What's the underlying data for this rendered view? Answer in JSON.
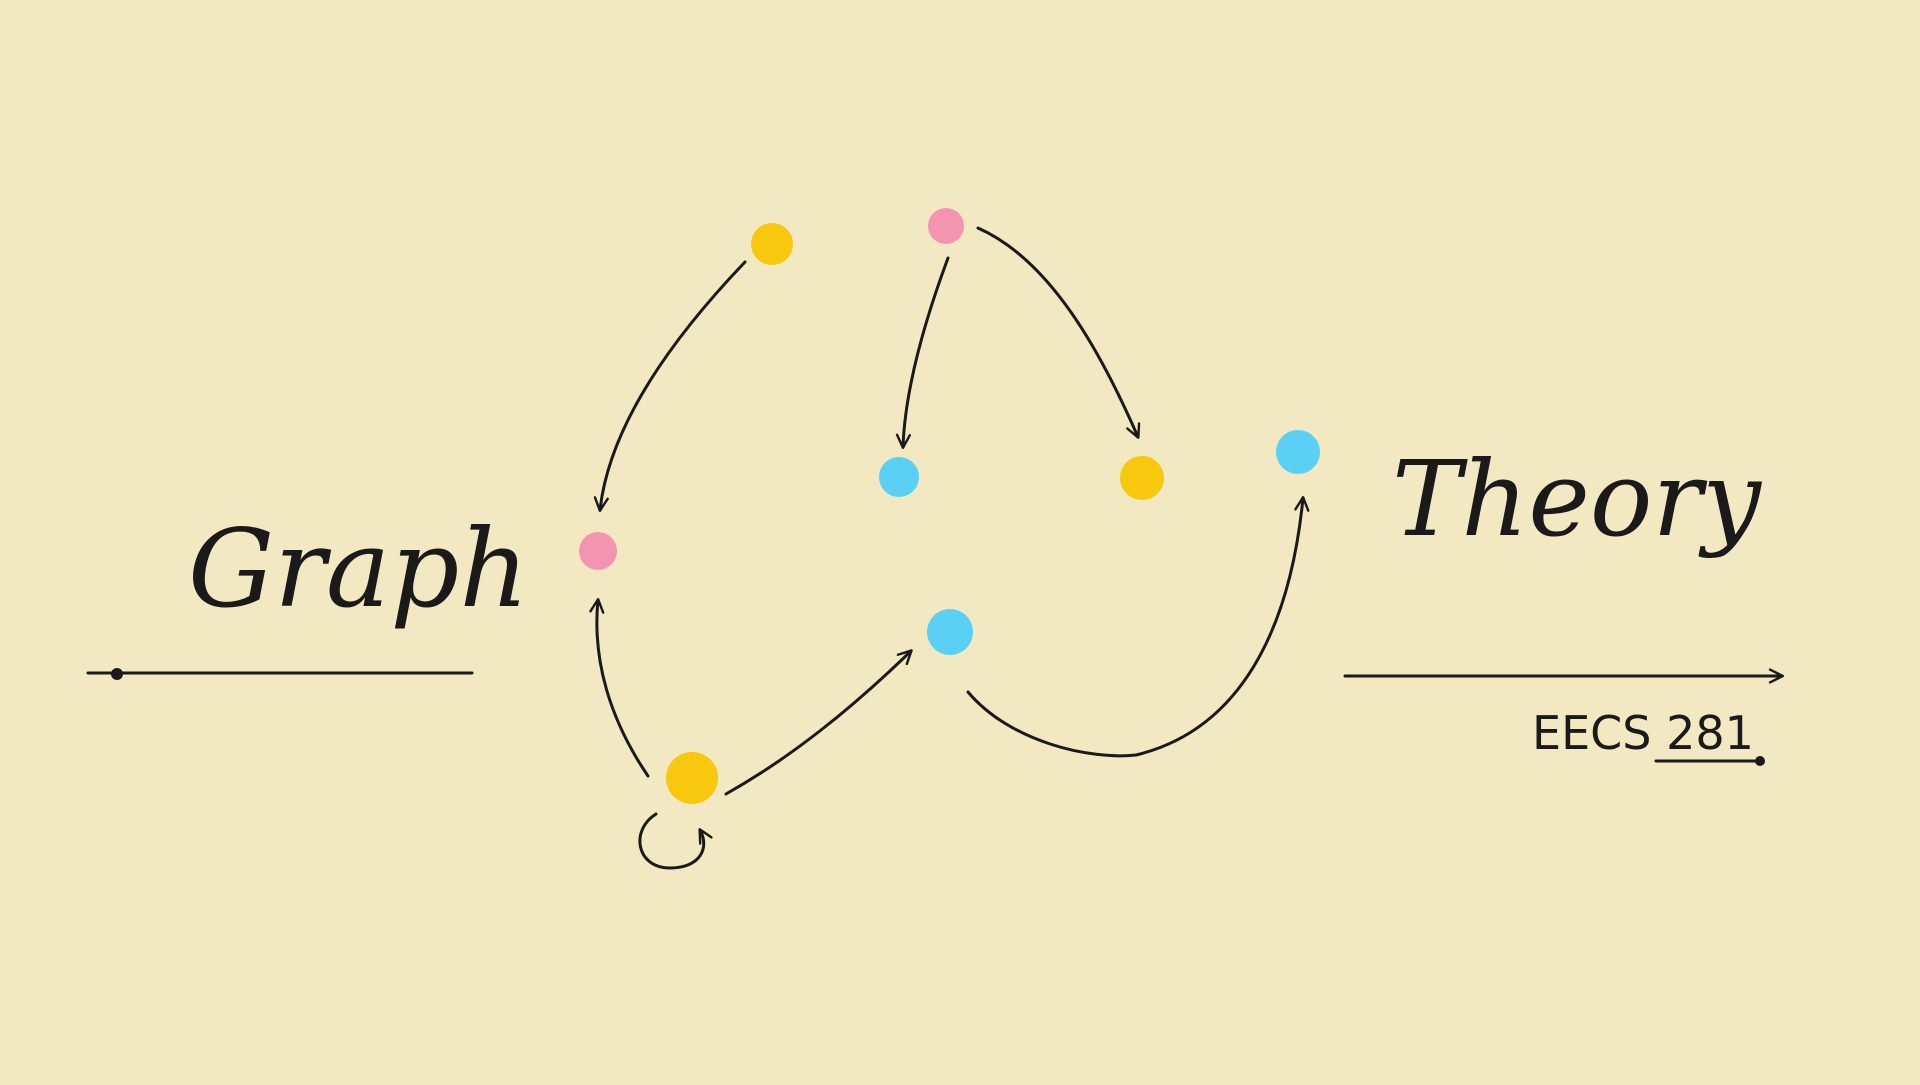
{
  "title_left": "Graph",
  "title_right": "Theory",
  "course": "EECS 281",
  "colors": {
    "background": "#f2e8c1",
    "ink": "#1a1a1a",
    "yellow": "#f7c80e",
    "pink": "#f394b0",
    "blue": "#5bd0f5"
  },
  "nodes": [
    {
      "id": "n1",
      "color": "yellow"
    },
    {
      "id": "n2",
      "color": "pink"
    },
    {
      "id": "n3",
      "color": "pink"
    },
    {
      "id": "n4",
      "color": "blue"
    },
    {
      "id": "n5",
      "color": "yellow"
    },
    {
      "id": "n6",
      "color": "blue"
    },
    {
      "id": "n7",
      "color": "blue"
    },
    {
      "id": "n8",
      "color": "yellow"
    }
  ],
  "edges": [
    {
      "from": "n1",
      "to": "n3"
    },
    {
      "from": "n2",
      "to": "n4"
    },
    {
      "from": "n2",
      "to": "n5"
    },
    {
      "from": "n8",
      "to": "n3"
    },
    {
      "from": "n8",
      "to": "n7"
    },
    {
      "from": "n7",
      "to": "n6"
    },
    {
      "from": "n8",
      "to": "n8"
    }
  ]
}
